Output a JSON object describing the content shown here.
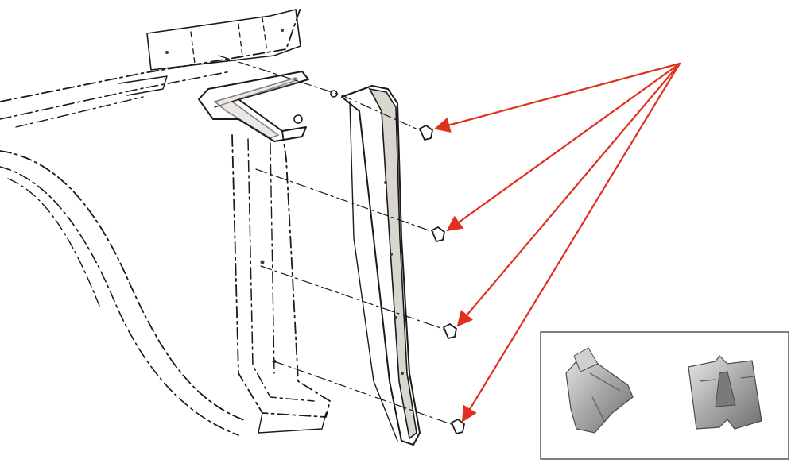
{
  "diagram": {
    "arrow_color": "#e0301e",
    "line_color": "#1a1a1a",
    "inset_border_color": "#555555",
    "clip_color": "#b8b8b8",
    "inset_shows": [
      "retainer-clip-angled-view",
      "retainer-clip-front-view"
    ],
    "callout_count": 4
  }
}
